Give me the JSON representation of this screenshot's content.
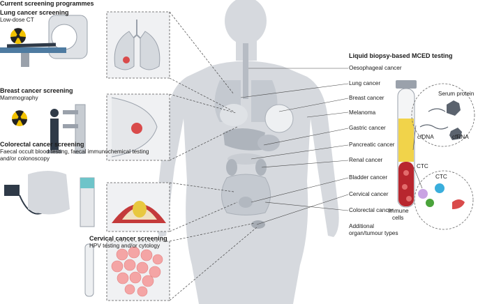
{
  "left": {
    "section_title": "Current screening programmes",
    "lung": {
      "title": "Lung cancer screening",
      "subtitle": "Low-dose CT"
    },
    "breast": {
      "title": "Breast cancer screening",
      "subtitle": "Mammography"
    },
    "colorectal": {
      "title": "Colorectal cancer screening",
      "line1": "Faecal occult blood testing, faecal immunochemical testing",
      "line2": "and/or colonoscopy"
    },
    "cervical": {
      "title": "Cervical cancer screening",
      "subtitle": "HPV testing and/or cytology"
    }
  },
  "right": {
    "section_title": "Liquid biopsy-based MCED testing",
    "cancers": [
      "Oesophageal cancer",
      "Lung cancer",
      "Breast cancer",
      "Melanoma",
      "Gastric cancer",
      "Pancreatic cancer",
      "Renal cancer",
      "Bladder cancer",
      "Cervical cancer",
      "Colorectal cancer"
    ],
    "additional_line1": "Additional",
    "additional_line2": "organ/tumour types",
    "serum_protein": "Serum protein",
    "cfdna": "cfDNA",
    "cfrna": "cfRNA",
    "ctc_tube": "CTC",
    "ctc_circle": "CTC",
    "immune_line1": "Immune",
    "immune_line2": "cells"
  },
  "colors": {
    "body": "#d6d9de",
    "organ": "#c4c9d0",
    "accent_red": "#d94b4b",
    "tube_red": "#b8262e",
    "yellow": "#f1d34a",
    "radiation": "#f2c200"
  }
}
